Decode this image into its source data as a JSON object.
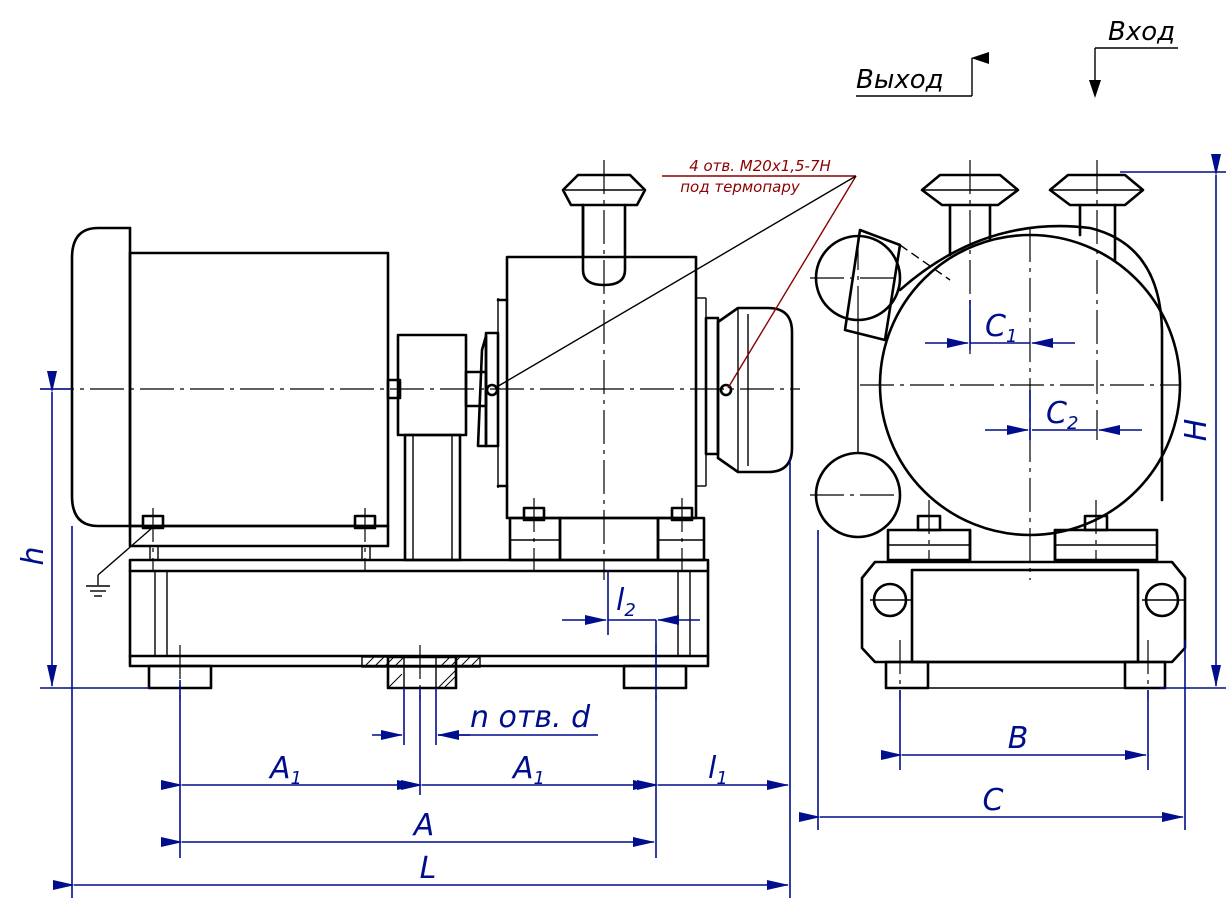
{
  "flow": {
    "outlet": "Выход",
    "inlet": "Вход"
  },
  "note": {
    "line1": "4 отв. М20х1,5-7Н",
    "line2": "под термопару"
  },
  "dims": {
    "h": "h",
    "H": "H",
    "L": "L",
    "A": "A",
    "A1": "A",
    "one": "1",
    "l": "l",
    "two": "2",
    "n_holes": "n отв. d",
    "B": "B",
    "C": "C",
    "Cl": "C"
  },
  "colors": {
    "dimension": "#000d8c",
    "note": "#8b0000",
    "outline": "#000000"
  }
}
